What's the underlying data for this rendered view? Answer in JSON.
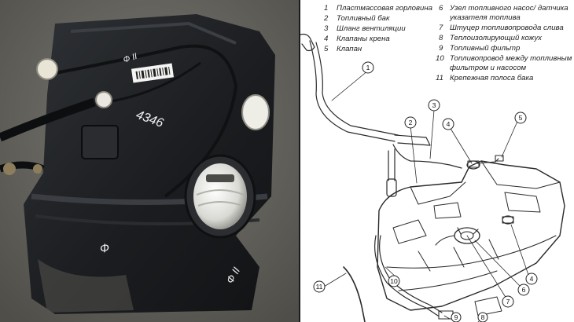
{
  "photo": {
    "markings": [
      "4346",
      "Ф II",
      "Ф",
      "Ф II"
    ]
  },
  "legend": [
    {
      "num": "1",
      "label": "Пластмассовая горловина"
    },
    {
      "num": "2",
      "label": "Топливный бак"
    },
    {
      "num": "3",
      "label": "Шланг вентиляции"
    },
    {
      "num": "4",
      "label": "Клапаны крена"
    },
    {
      "num": "5",
      "label": "Клапан"
    },
    {
      "num": "6",
      "label": "Узел топливного насос/ датчика",
      "label2": "указателя топлива"
    },
    {
      "num": "7",
      "label": "Штуцер топливопровода слива"
    },
    {
      "num": "8",
      "label": "Теплоизолирующий кожух"
    },
    {
      "num": "9",
      "label": "Топливный фильтр"
    },
    {
      "num": "10",
      "label": "Топливопровод между топливным",
      "label2": "фильтром и насосом"
    },
    {
      "num": "11",
      "label": "Крепежная полоса бака"
    }
  ],
  "callouts": [
    "1",
    "2",
    "3",
    "4",
    "5",
    "4",
    "6",
    "7",
    "10",
    "11",
    "9",
    "8"
  ],
  "colors": {
    "tank": "#1e2022",
    "floor": "#6b6a64",
    "ink": "#2a2a2a"
  }
}
